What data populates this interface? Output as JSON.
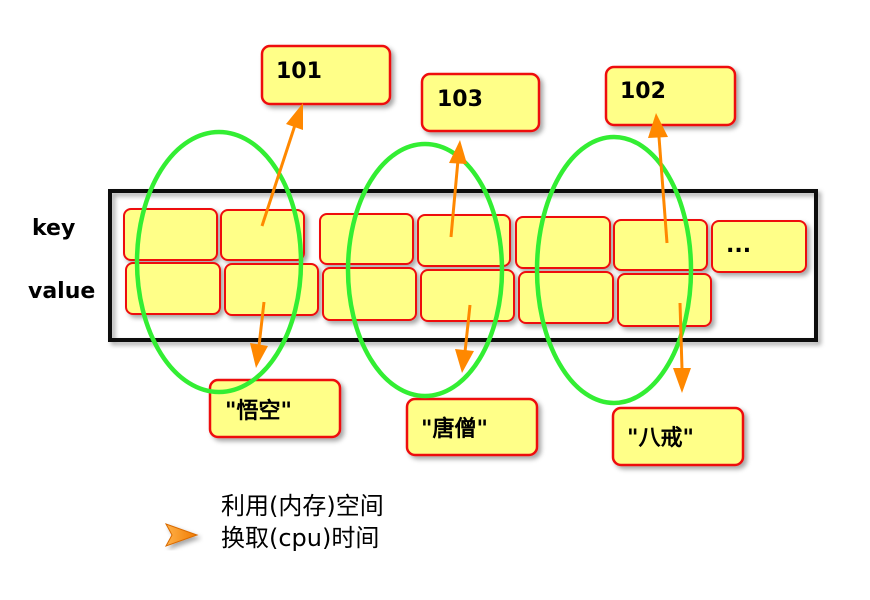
{
  "row_labels": {
    "key": "key",
    "value": "value"
  },
  "key_callouts": [
    "101",
    "103",
    "102"
  ],
  "value_callouts": [
    "\"悟空\"",
    "\"唐僧\"",
    "\"八戒\""
  ],
  "ellipsis": "...",
  "legend": {
    "line1": "利用(内存)空间",
    "line2": "换取(cpu)时间"
  },
  "colors": {
    "cell_fill": "#ffff88",
    "cell_border": "#ee1111",
    "frame": "#111111",
    "ellipse": "#33ee33",
    "arrow": "#ff8800"
  }
}
